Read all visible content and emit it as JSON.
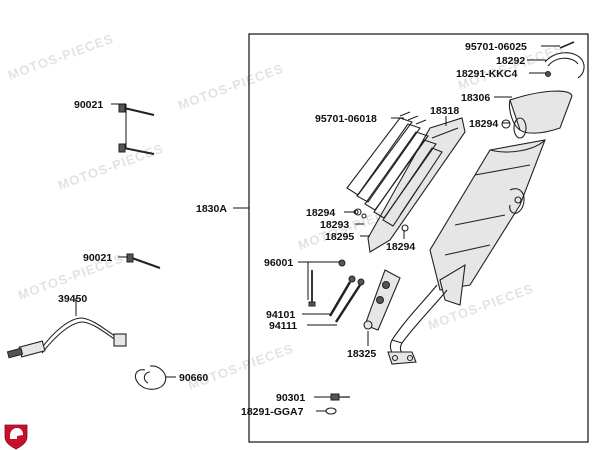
{
  "watermark": "MOTOS-PIECES",
  "accent_color": "#c8102e",
  "logo_icon": "helmet-shield-icon",
  "labels": {
    "p_95701_06025": "95701-06025",
    "p_18292": "18292",
    "p_18291_kkc4": "18291-KKC4",
    "p_18306": "18306",
    "p_95701_06018": "95701-06018",
    "p_18318": "18318",
    "p_18294_a": "18294",
    "p_90021_a": "90021",
    "p_1830a": "1830A",
    "p_18294_b": "18294",
    "p_18293": "18293",
    "p_18295": "18295",
    "p_18294_c": "18294",
    "p_96001": "96001",
    "p_90021_b": "90021",
    "p_39450": "39450",
    "p_94101": "94101",
    "p_94111": "94111",
    "p_18325": "18325",
    "p_90660": "90660",
    "p_90301": "90301",
    "p_18291_gga7": "18291-GGA7"
  }
}
